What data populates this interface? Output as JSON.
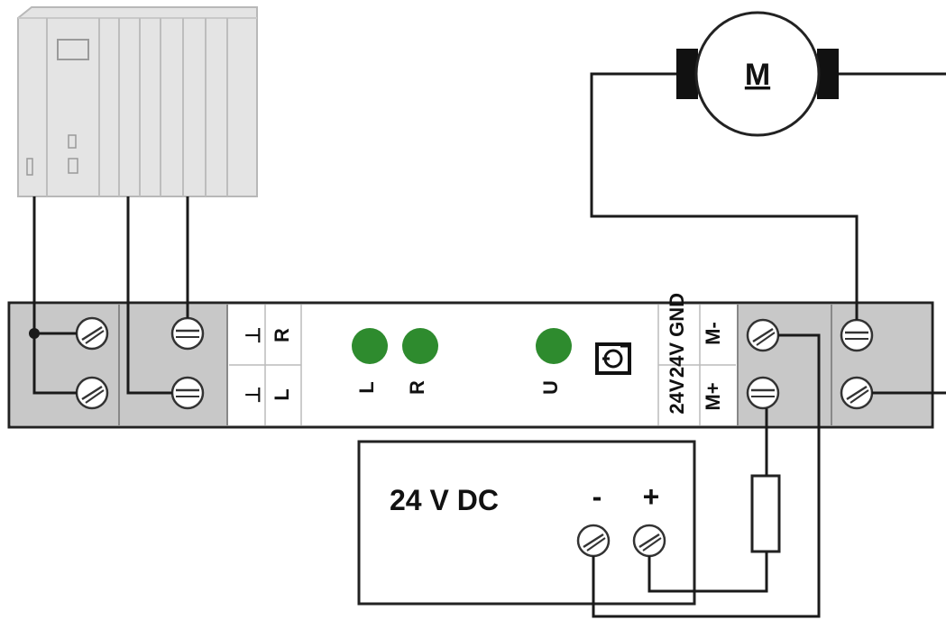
{
  "motor": {
    "label": "M"
  },
  "module": {
    "inputs_top": [
      "⊥",
      "R"
    ],
    "inputs_bottom": [
      "⊥",
      "L"
    ],
    "leds": [
      {
        "label": "L",
        "color": "#2e8b2e"
      },
      {
        "label": "R",
        "color": "#2e8b2e"
      },
      {
        "label": "U",
        "color": "#2e8b2e"
      }
    ],
    "power_labels": [
      "24V GND",
      "24V"
    ],
    "motor_labels": [
      "M-",
      "M+"
    ]
  },
  "power_supply": {
    "label": "24 V DC",
    "minus": "-",
    "plus": "+"
  },
  "colors": {
    "wire": "#1a1a1a",
    "terminal_bg": "#c8c8c8",
    "plc_body": "#e4e4e4",
    "led": "#2e8b2e"
  }
}
